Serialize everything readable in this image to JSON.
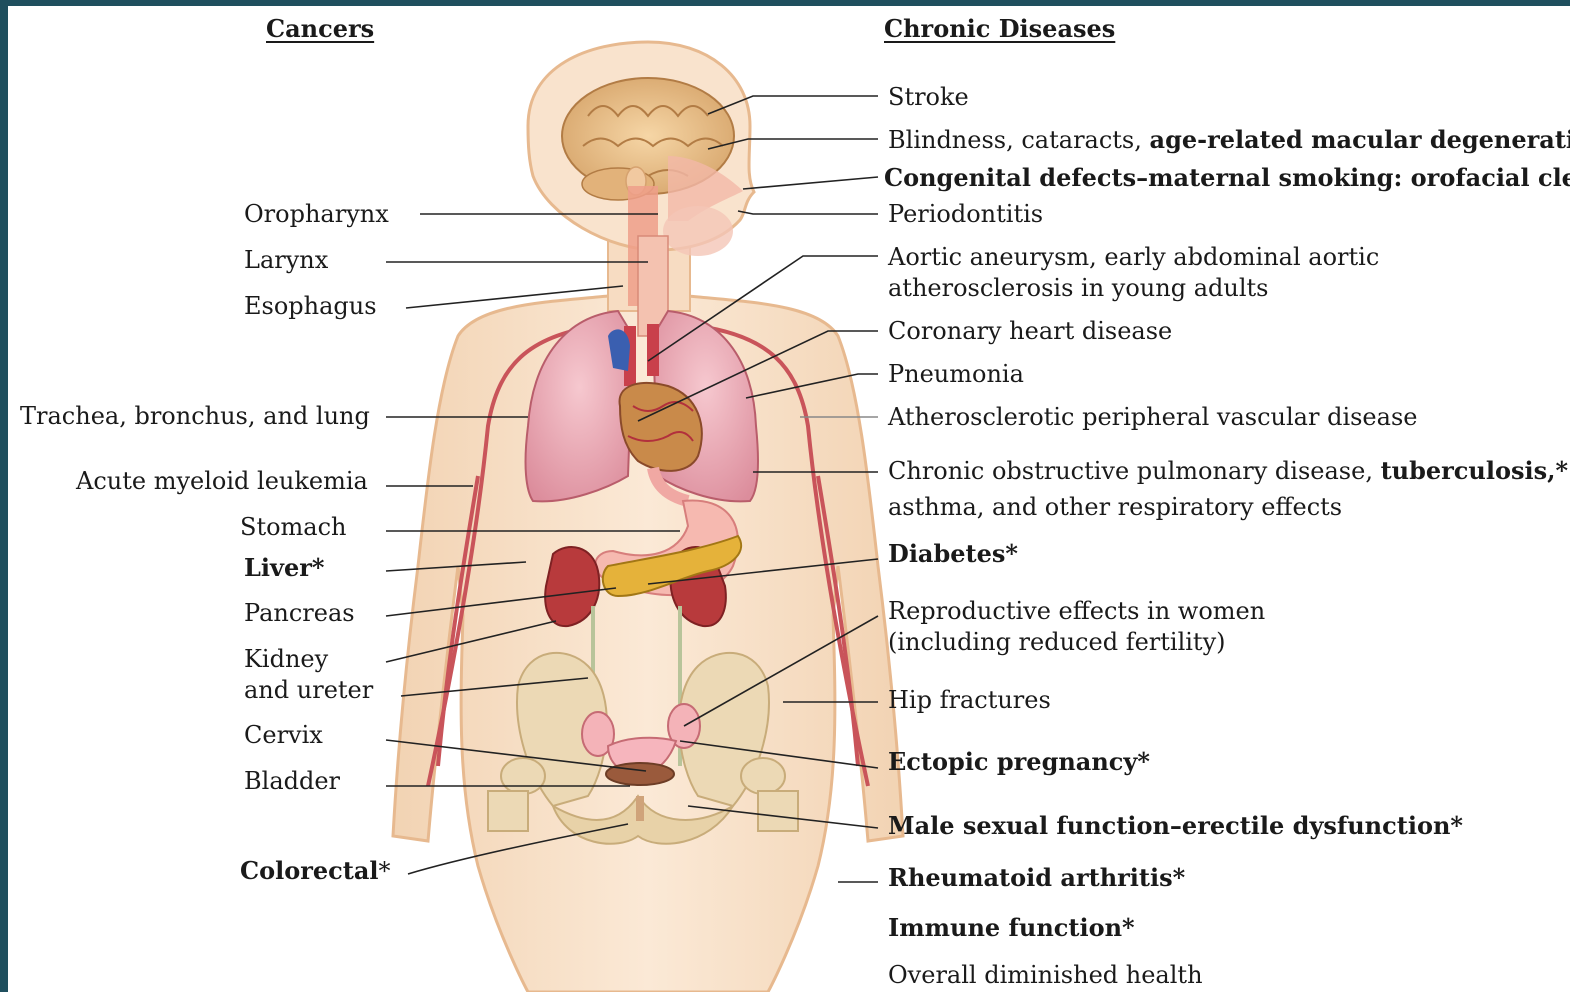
{
  "headers": {
    "cancers": "Cancers",
    "chronic": "Chronic Diseases"
  },
  "cancers": {
    "oropharynx": "Oropharynx",
    "larynx": "Larynx",
    "esophagus": "Esophagus",
    "trachea": "Trachea, bronchus, and lung",
    "aml": "Acute myeloid leukemia",
    "stomach": "Stomach",
    "liver": "Liver*",
    "pancreas": "Pancreas",
    "kidney_line1": "Kidney",
    "kidney_line2": "and ureter",
    "cervix": "Cervix",
    "bladder": "Bladder",
    "colorectal": "Colorectal",
    "colorectal_mark": "*"
  },
  "chronic": {
    "stroke": "Stroke",
    "blindness_plain": "Blindness, cataracts, ",
    "blindness_bold": "age-related macular degeneration*",
    "congenital": "Congenital defects–maternal smoking: orofacial clefts*",
    "periodontitis": "Periodontitis",
    "aortic_line1": "Aortic aneurysm, early abdominal aortic",
    "aortic_line2": "atherosclerosis in young adults",
    "coronary": "Coronary heart disease",
    "pneumonia": "Pneumonia",
    "atherosclerotic": "Atherosclerotic peripheral vascular disease",
    "copd_plain": "Chronic obstructive pulmonary disease, ",
    "copd_bold": "tuberculosis,*",
    "copd_line2": "asthma, and other respiratory effects",
    "diabetes": "Diabetes*",
    "reproductive_line1": "Reproductive effects in women",
    "reproductive_line2": "(including reduced fertility)",
    "hip": "Hip fractures",
    "ectopic": "Ectopic pregnancy*",
    "male": "Male sexual function–erectile dysfunction*",
    "rheumatoid": "Rheumatoid arthritis*",
    "immune": "Immune function*",
    "overall": "Overall diminished health"
  }
}
